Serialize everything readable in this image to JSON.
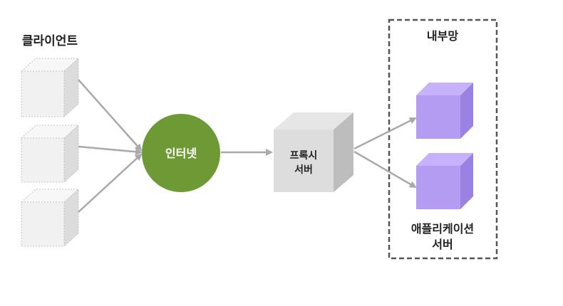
{
  "clients": {
    "title": "클라이언트",
    "count": 3
  },
  "internet": {
    "label": "인터넷"
  },
  "proxy": {
    "label_line1": "프록시",
    "label_line2": "서버"
  },
  "internal_network": {
    "title": "내부망",
    "app_label_line1": "애플리케이션",
    "app_label_line2": "서버",
    "app_count": 2
  },
  "colors": {
    "client_front": "#f1f1f1",
    "client_top": "#f7f7f7",
    "client_side": "#dcdcdc",
    "client_stroke": "#c4c4c4",
    "internet_fill": "#6e9a35",
    "internet_text": "#ffffff",
    "proxy_front": "#dddddd",
    "proxy_top": "#e6e6e6",
    "proxy_side": "#bdbdbd",
    "app_front": "#b49cf3",
    "app_top": "#c6b2fa",
    "app_side": "#9a82e2",
    "arrow": "#a9a9a9",
    "dashed_border": "#555555",
    "text": "#222222"
  }
}
